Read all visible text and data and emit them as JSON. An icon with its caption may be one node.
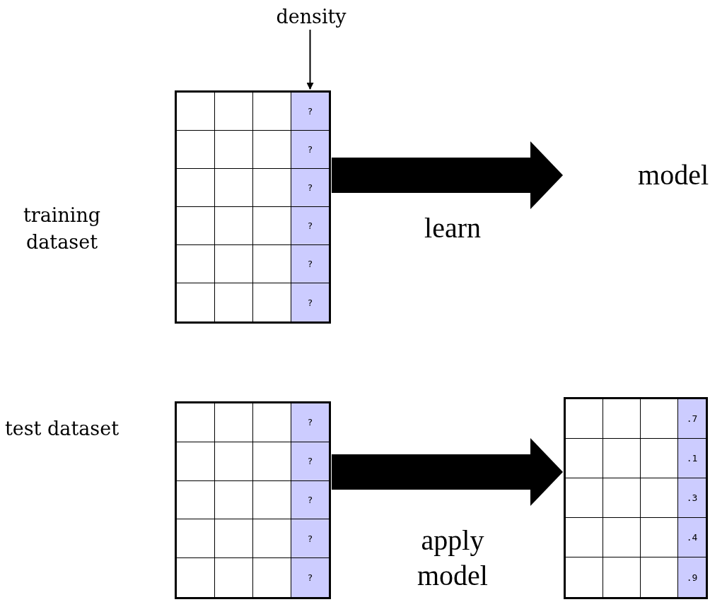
{
  "diagram": {
    "nodes": [
      {
        "text": [
          "density"
        ]
      },
      {
        "text": [
          "?",
          "?",
          "?",
          "?",
          "?",
          "?"
        ],
        "beside": [
          "training dataset"
        ]
      },
      {
        "text": [
          "model"
        ]
      },
      {
        "text": [
          "?",
          "?",
          "?",
          "?",
          "?"
        ],
        "beside": [
          "test dataset"
        ]
      },
      {
        "text": [
          ".7",
          ".1",
          ".3",
          ".4",
          ".9"
        ]
      }
    ],
    "edges": [
      {
        "from": 0,
        "to": 1,
        "arrow": "to"
      },
      {
        "from": 1,
        "to": 2,
        "arrow": "to",
        "label": "learn"
      },
      {
        "from": 3,
        "to": 4,
        "arrow": "to",
        "label": "apply model"
      }
    ]
  }
}
